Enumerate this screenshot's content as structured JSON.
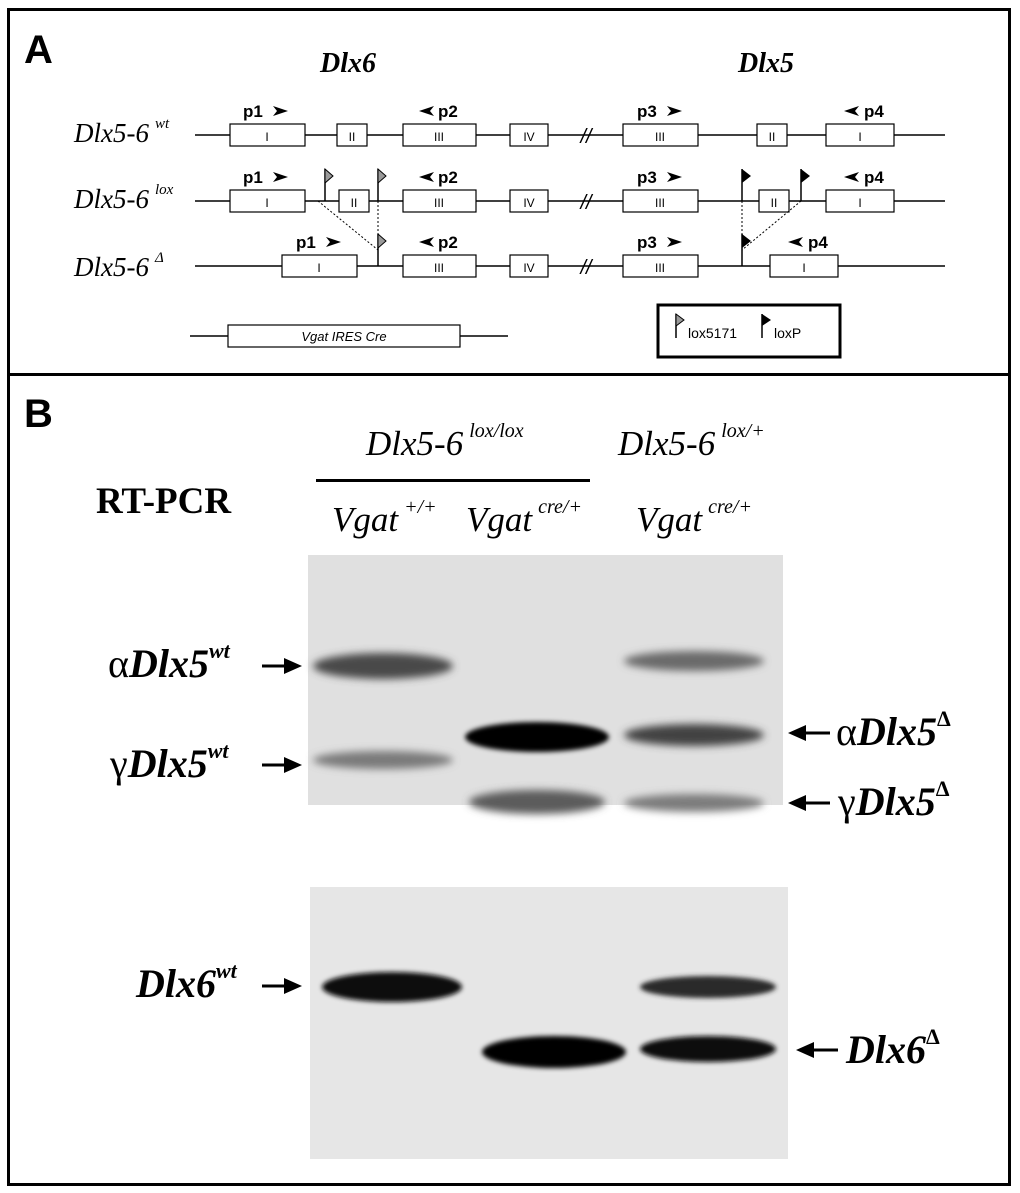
{
  "panel_a": {
    "label": "A",
    "gene_left": "Dlx6",
    "gene_right": "Dlx5",
    "rows": [
      {
        "name": "Dlx5-6",
        "sup": "wt"
      },
      {
        "name": "Dlx5-6",
        "sup": "lox"
      },
      {
        "name": "Dlx5-6",
        "sup": "Δ"
      }
    ],
    "primers": [
      "p1",
      "p2",
      "p3",
      "p4"
    ],
    "exons": [
      "I",
      "II",
      "III",
      "IV"
    ],
    "break_symbol": "//",
    "cre_construct": "Vgat IRES Cre",
    "legend": {
      "lox5171": "lox5171",
      "loxP": "loxP"
    },
    "colors": {
      "lox5171_flag": "#9a9a9a",
      "loxp_flag": "#000000"
    }
  },
  "panel_b": {
    "label": "B",
    "method": "RT-PCR",
    "group_left": {
      "name": "Dlx5-6",
      "sup": "lox/lox"
    },
    "group_right": {
      "name": "Dlx5-6",
      "sup": "lox/+"
    },
    "lanes": [
      {
        "name": "Vgat",
        "sup": "+/+"
      },
      {
        "name": "Vgat",
        "sup": "cre/+"
      },
      {
        "name": "Vgat",
        "sup": "cre/+"
      }
    ],
    "band_labels": {
      "a_dlx5_wt": {
        "greek": "α",
        "gene": "Dlx5",
        "sup": "wt"
      },
      "g_dlx5_wt": {
        "greek": "γ",
        "gene": "Dlx5",
        "sup": "wt"
      },
      "a_dlx5_d": {
        "greek": "α",
        "gene": "Dlx5",
        "sup": "Δ"
      },
      "g_dlx5_d": {
        "greek": "γ",
        "gene": "Dlx5",
        "sup": "Δ"
      },
      "dlx6_wt": {
        "gene": "Dlx6",
        "sup": "wt"
      },
      "dlx6_d": {
        "gene": "Dlx6",
        "sup": "Δ"
      }
    }
  }
}
